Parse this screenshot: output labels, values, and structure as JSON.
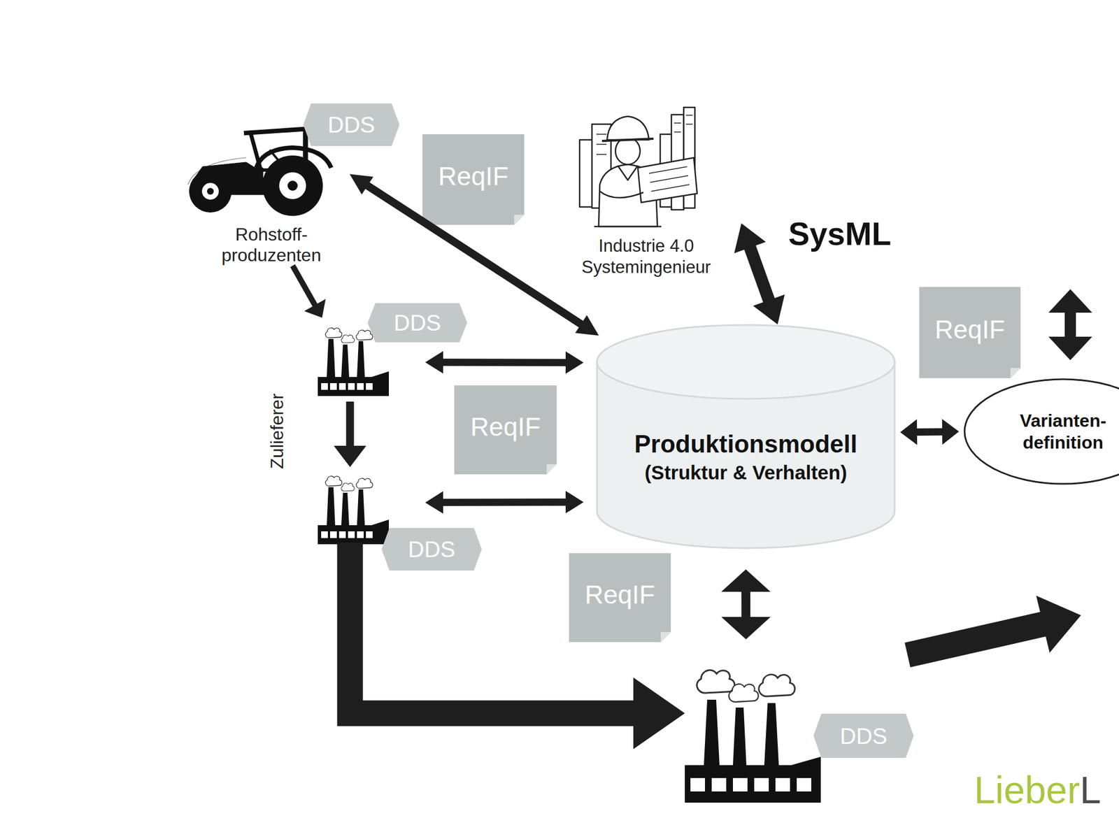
{
  "diagram": {
    "nodes": [
      {
        "text": [
          "Rohstoff- produzenten"
        ]
      },
      {
        "text": [
          "DDS"
        ]
      },
      {
        "text": [
          "ReqIF"
        ]
      },
      {
        "text": [
          "Industrie 4.0 Systemingenieur"
        ]
      },
      {
        "text": []
      },
      {
        "text": [
          "DDS"
        ]
      },
      {
        "text": [
          "ReqIF"
        ]
      },
      {
        "text": [
          "Produktionsmodell",
          "(Struktur & Verhalten)"
        ]
      },
      {
        "text": [
          "Varianten- definition"
        ]
      },
      {
        "text": [
          "ReqIF"
        ]
      },
      {
        "text": []
      },
      {
        "text": [
          "DDS"
        ]
      },
      {
        "text": [
          "ReqIF"
        ]
      },
      {
        "text": []
      },
      {
        "text": [
          "DDS"
        ]
      }
    ],
    "edges": [
      {
        "from": 0,
        "to": 4,
        "arrow": "to"
      },
      {
        "from": 4,
        "to": 10,
        "arrow": "to"
      },
      {
        "from": 10,
        "to": 13,
        "arrow": "to"
      },
      {
        "from": 0,
        "to": 7,
        "arrow": "both"
      },
      {
        "from": 4,
        "to": 7,
        "arrow": "both"
      },
      {
        "from": 10,
        "to": 7,
        "arrow": "both"
      },
      {
        "from": 3,
        "to": 7,
        "label": "SysML",
        "arrow": "both"
      },
      {
        "from": 7,
        "to": 8,
        "arrow": "both"
      },
      {
        "from": 7,
        "to": 13,
        "arrow": "both"
      }
    ],
    "labels": [
      "Zulieferer",
      "Lieber",
      "L"
    ]
  }
}
